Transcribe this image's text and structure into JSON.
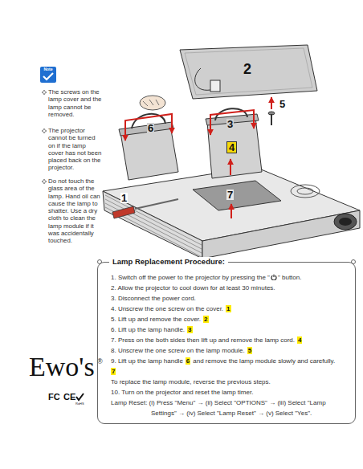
{
  "diagram": {
    "nodes": [
      {
        "text": [
          "Lamp Replacement Procedure:",
          "1. Switch off the power to the projector by pressing the \"",
          "\" button.",
          "2. Allow the projector to cool down for at least 30 minutes.",
          "3. Disconnect the power cord.",
          "4. Unscrew the one screw on the cover.",
          "1",
          "5. Lift up and remove the cover.",
          "2",
          "6. Lift up the lamp handle.",
          "3",
          "7. Press on the both sides then lift up and remove the lamp cord.",
          "4",
          "8. Unscrew the one screw on the lamp module.",
          "5",
          "9. Lift up the lamp handle",
          "6",
          "and remove the lamp module slowly and carefully.",
          "7",
          "To replace the lamp module, reverse the previous steps.",
          "10. Turn on the projector and reset the lamp timer.",
          "Lamp Reset: (i) Press \"Menu\" → (ii) Select \"OPTIONS\" → (iii) Select \"Lamp Settings\" → (iv) Select \"Lamp Reset\" → (v) Select \"Yes\"."
        ]
      }
    ],
    "labels": [
      "Note",
      "The screws on the lamp cover and the lamp cannot be removed.",
      "The projector cannot be turned on if the lamp cover has not been placed back on the projector.",
      "Do not touch the glass area of the lamp. Hand oil can cause the lamp to shatter. Use a dry cloth to clean the lamp module if it was accidentally touched.",
      "2",
      "5",
      "3",
      "6",
      "4",
      "7",
      "1",
      "Ewo's",
      "®",
      "FC",
      "CE",
      "RoHS"
    ]
  }
}
